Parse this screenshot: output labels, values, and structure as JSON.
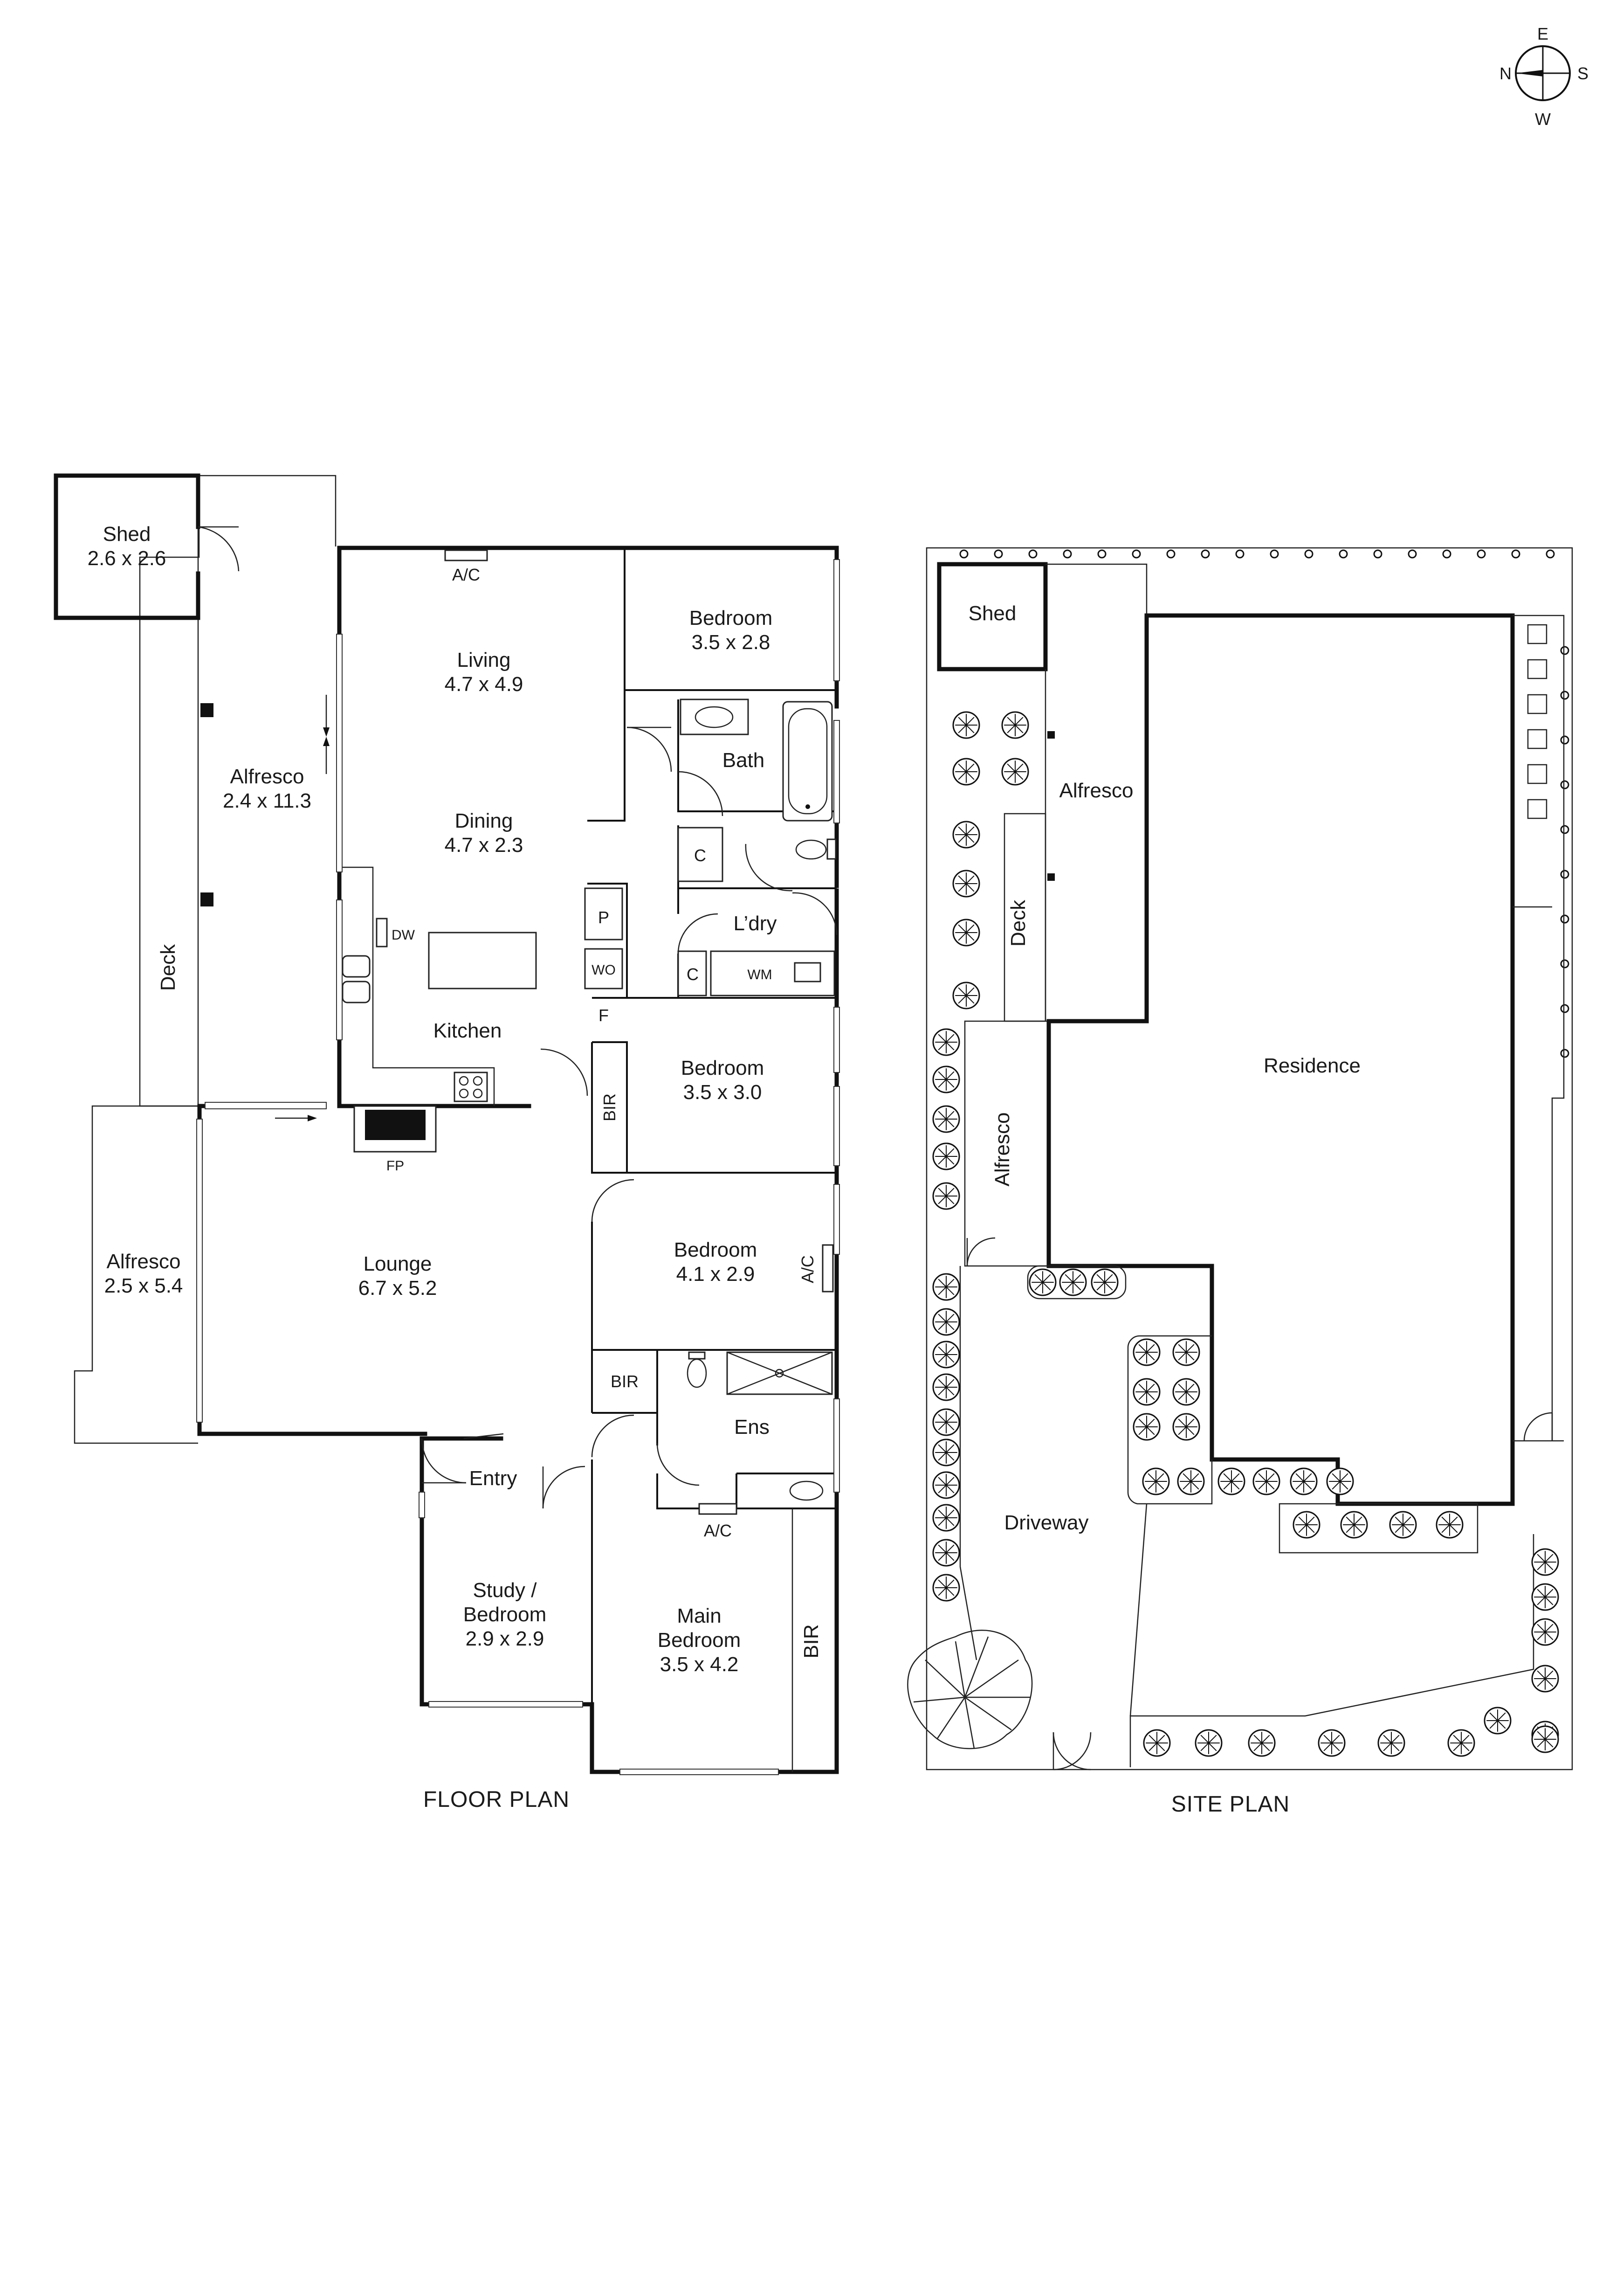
{
  "compass": {
    "north": "N",
    "east": "E",
    "south": "S",
    "west": "W"
  },
  "floor_plan": {
    "caption": "FLOOR PLAN",
    "rooms": {
      "shed": {
        "name": "Shed",
        "size": "2.6 x 2.6"
      },
      "alfresco_top": {
        "name": "Alfresco",
        "size": "2.4 x 11.3"
      },
      "deck": {
        "name": "Deck"
      },
      "alfresco_left": {
        "name": "Alfresco",
        "size": "2.5 x 5.4"
      },
      "living": {
        "name": "Living",
        "size": "4.7 x 4.9"
      },
      "dining": {
        "name": "Dining",
        "size": "4.7 x 2.3"
      },
      "kitchen": {
        "name": "Kitchen"
      },
      "lounge": {
        "name": "Lounge",
        "size": "6.7 x 5.2"
      },
      "entry": {
        "name": "Entry"
      },
      "study": {
        "name_line1": "Study /",
        "name_line2": "Bedroom",
        "size": "2.9 x 2.9"
      },
      "bedroom_1": {
        "name": "Bedroom",
        "size": "3.5 x 2.8"
      },
      "bath": {
        "name": "Bath"
      },
      "laundry": {
        "name": "L’dry"
      },
      "bedroom_2": {
        "name": "Bedroom",
        "size": "3.5 x 3.0"
      },
      "bedroom_3": {
        "name": "Bedroom",
        "size": "4.1 x 2.9"
      },
      "ensuite": {
        "name": "Ens"
      },
      "main_bedroom": {
        "name_line1": "Main",
        "name_line2": "Bedroom",
        "size": "3.5 x 4.2"
      }
    },
    "fixtures": {
      "ac_living": "A/C",
      "ac_bedroom": "A/C",
      "ac_main": "A/C",
      "dishwasher": "DW",
      "fireplace": "FP",
      "pantry": "P",
      "wall_oven": "WO",
      "fridge": "F",
      "bir_bedroom2": "BIR",
      "bir_ens": "BIR",
      "bir_main": "BIR",
      "cupboard_1": "C",
      "cupboard_2": "C",
      "washing_machine": "WM"
    }
  },
  "site_plan": {
    "caption": "SITE PLAN",
    "labels": {
      "shed": "Shed",
      "alfresco_top": "Alfresco",
      "deck": "Deck",
      "alfresco_lower": "Alfresco",
      "residence": "Residence",
      "driveway": "Driveway"
    }
  }
}
